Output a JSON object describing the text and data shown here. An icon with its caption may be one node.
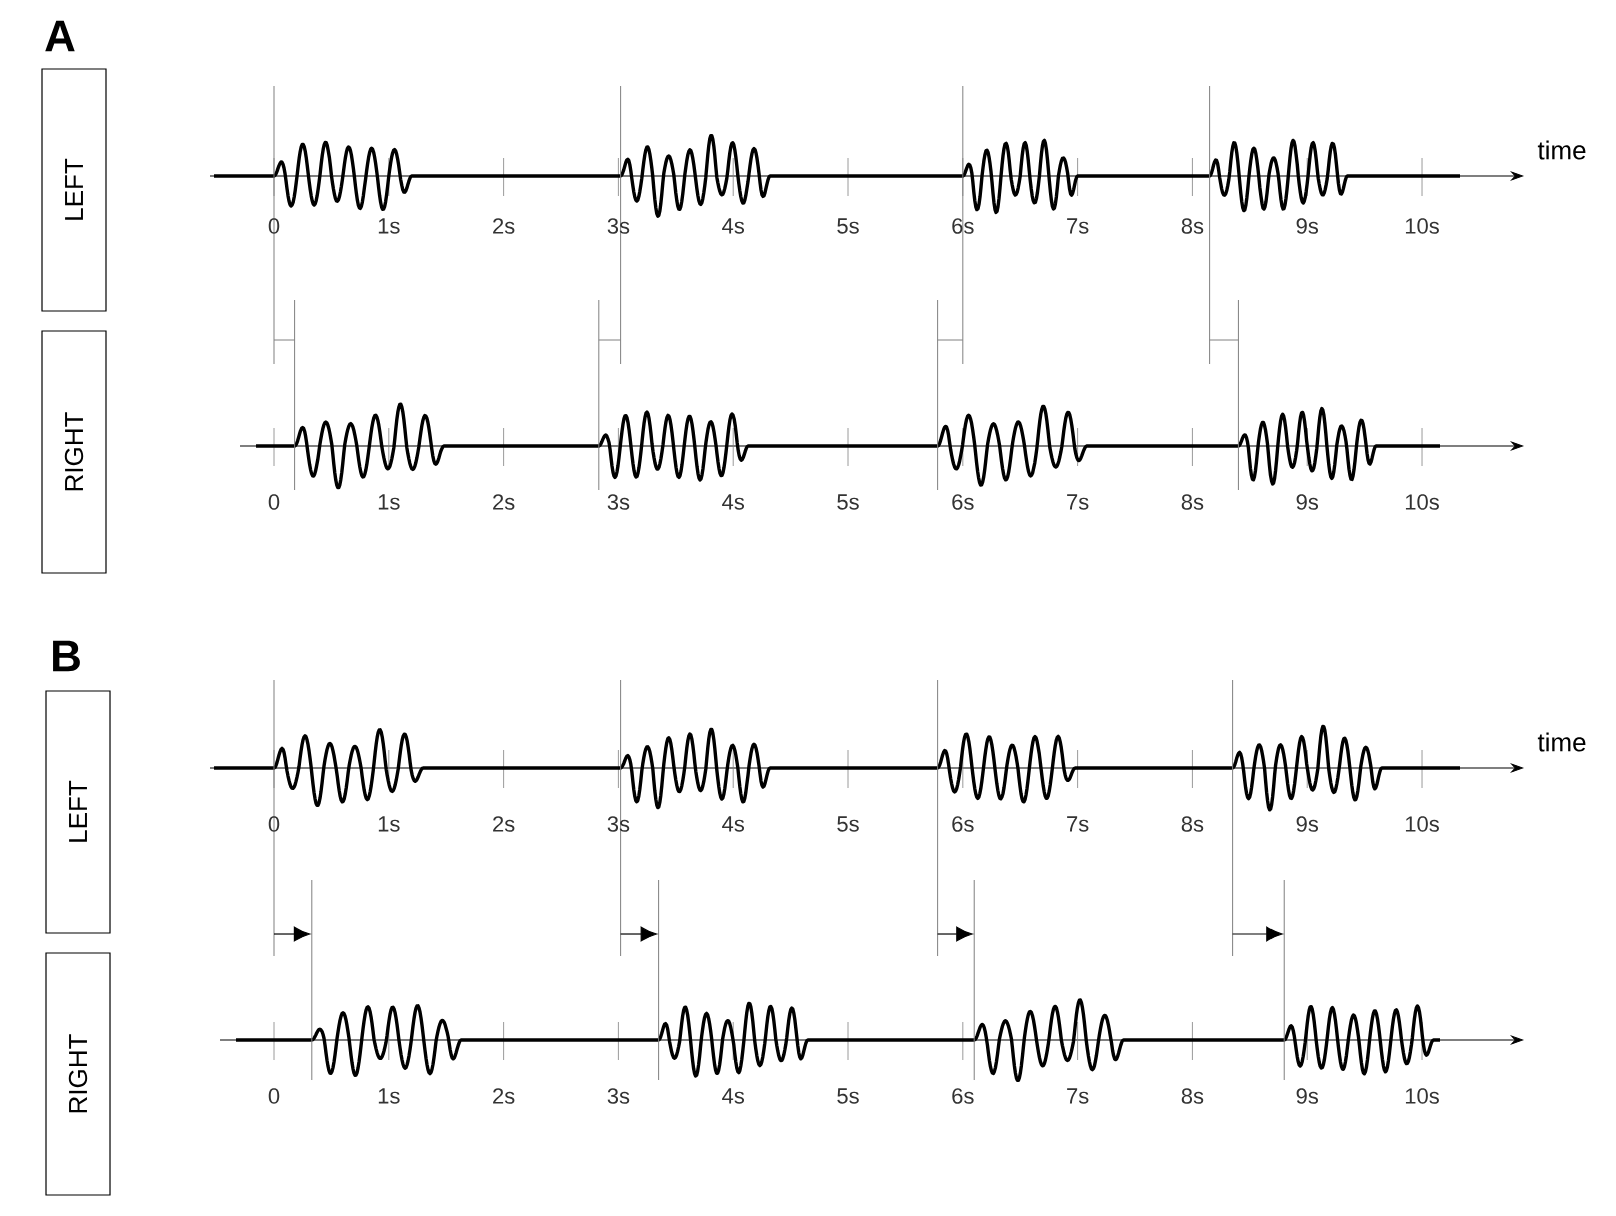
{
  "diagram": {
    "nodes": [
      {
        "text": [
          "LEFT"
        ]
      },
      {
        "text": [
          "RIGHT"
        ]
      },
      {
        "text": [
          "LEFT"
        ]
      },
      {
        "text": [
          "RIGHT"
        ]
      }
    ],
    "labels": [
      "A",
      "time",
      "0",
      "1s",
      "2s",
      "3s",
      "4s",
      "5s",
      "6s",
      "7s",
      "8s",
      "9s",
      "10s",
      "0",
      "1s",
      "2s",
      "3s",
      "4s",
      "5s",
      "6s",
      "7s",
      "8s",
      "9s",
      "10s",
      "B",
      "time",
      "0",
      "1s",
      "2s",
      "3s",
      "4s",
      "5s",
      "6s",
      "7s",
      "8s",
      "9s",
      "10s",
      "0",
      "1s",
      "2s",
      "3s",
      "4s",
      "5s",
      "6s",
      "7s",
      "8s",
      "9s",
      "10s"
    ]
  }
}
